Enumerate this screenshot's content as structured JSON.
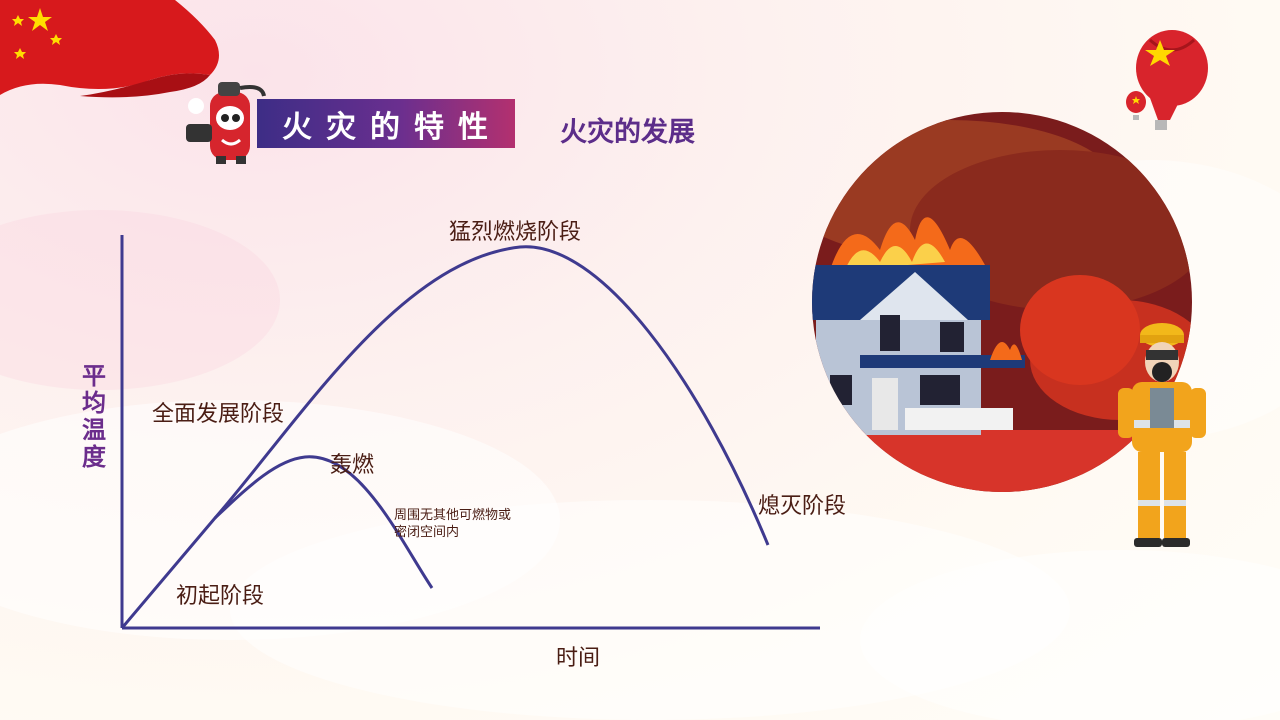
{
  "slide": {
    "title": "火灾的特性",
    "subtitle": "火灾的发展"
  },
  "diagram": {
    "y_axis_label": "平均温度",
    "x_axis_label": "时间",
    "stages": {
      "initial": "初起阶段",
      "full_development": "全面发展阶段",
      "intense_burning": "猛烈燃烧阶段",
      "flashover": "轰燃",
      "extinction": "熄灭阶段",
      "no_fuel_note": "周围无其他可燃物或密闭空间内"
    }
  },
  "colors": {
    "curve": "#3f3a8f",
    "title_start": "#3d2d86",
    "title_end": "#b3306f",
    "label_text": "#4a1d14",
    "axis_label": "#6b2d8c"
  },
  "icons": [
    "china-flag-icon",
    "fire-extinguisher-mascot-icon",
    "hot-air-balloon-icon",
    "burning-house-icon",
    "firefighter-icon"
  ]
}
